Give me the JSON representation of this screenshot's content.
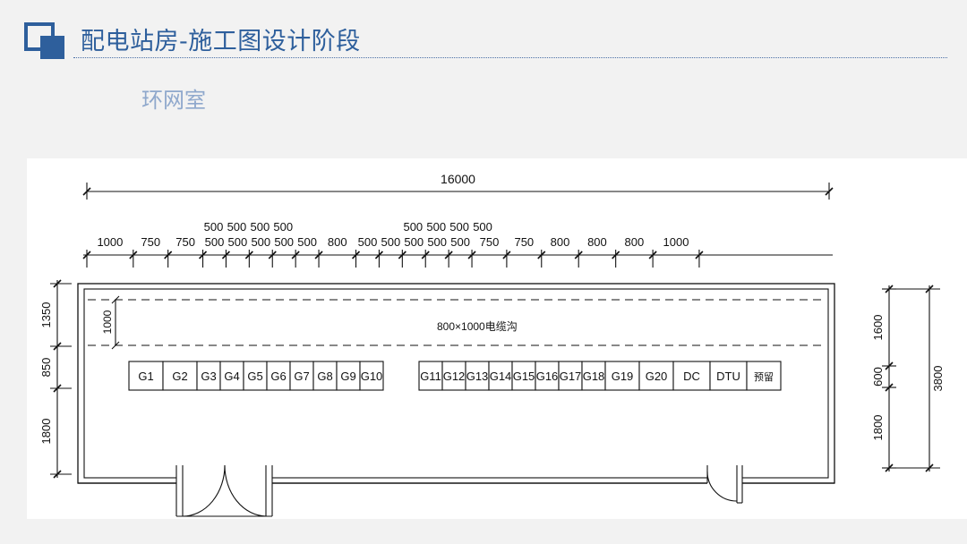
{
  "header": {
    "title": "配电站房-施工图设计阶段",
    "subtitle": "环网室",
    "accent_color": "#2e5f9c",
    "logo_icon": "stacked-squares-icon"
  },
  "drawing": {
    "overall_dimension": "16000",
    "top_dims_lower": [
      "1000",
      "750",
      "750",
      "500",
      "500",
      "500",
      "500",
      "500",
      "800",
      "500",
      "500",
      "500",
      "500",
      "500",
      "750",
      "750",
      "800",
      "800",
      "800",
      "1000"
    ],
    "top_dims_upper": [
      "500",
      "500",
      "500",
      "500",
      "500",
      "500",
      "500",
      "500"
    ],
    "left_dims": [
      "1350",
      "850",
      "1800"
    ],
    "right_dims": [
      "1600",
      "600",
      "1800"
    ],
    "right_total": "3800",
    "trench_dim": "1000",
    "trench_label": "800×1000电缆沟",
    "cabinets_left": [
      "G1",
      "G2",
      "G3",
      "G4",
      "G5",
      "G6",
      "G7",
      "G8",
      "G9",
      "G10"
    ],
    "cabinets_right": [
      "G11",
      "G12",
      "G13",
      "G14",
      "G15",
      "G16",
      "G17",
      "G18",
      "G19",
      "G20",
      "DC",
      "DTU",
      "预留"
    ]
  }
}
